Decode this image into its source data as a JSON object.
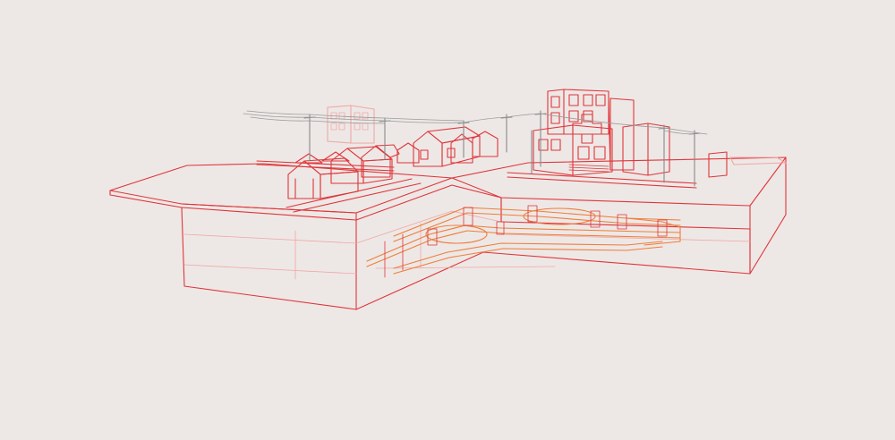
{
  "palette": {
    "background": "#ede8e6",
    "primary_line": "#e0353a",
    "light_line": "#f0a7a4",
    "pipe_line": "#ef7d3b",
    "wire_line": "#8a8a8a"
  },
  "scene": {
    "items": [
      "city-block",
      "houses",
      "office-buildings",
      "utility-poles",
      "power-lines",
      "underground-pipes"
    ]
  }
}
